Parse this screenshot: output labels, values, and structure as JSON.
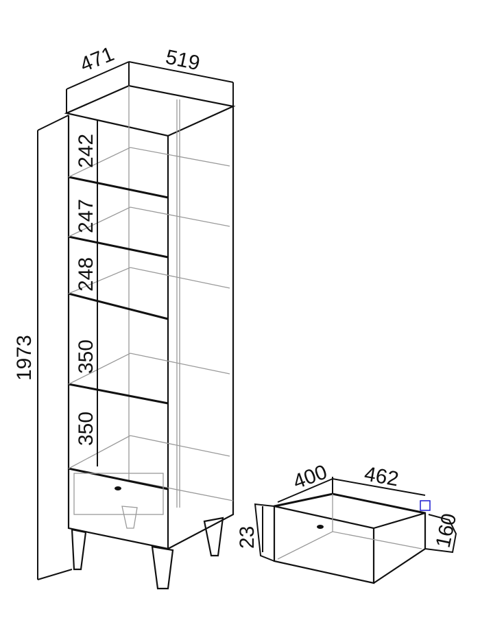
{
  "cabinet": {
    "depth": "471",
    "width": "519",
    "height": "1973",
    "shelf_gaps": [
      "242",
      "247",
      "248",
      "350",
      "350"
    ]
  },
  "drawer": {
    "depth": "400",
    "width": "462",
    "offset": "23",
    "height": "160"
  },
  "colors": {
    "line": "#111111",
    "hidden_line": "#999999",
    "marker": "#1a1ad0"
  }
}
